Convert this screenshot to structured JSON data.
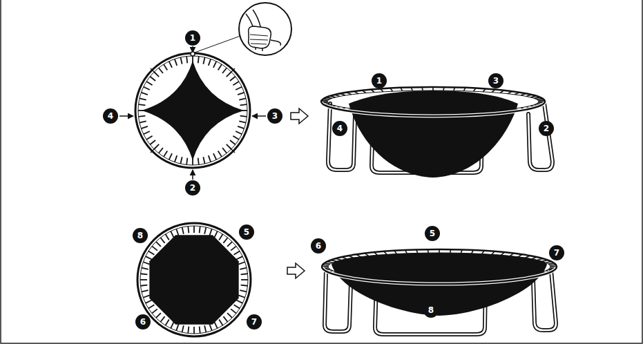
{
  "diagram": {
    "labels": [
      "1",
      "4",
      "3",
      "2",
      "1",
      "3",
      "4",
      "2",
      "8",
      "5",
      "6",
      "7",
      "6",
      "5",
      "7",
      "8"
    ]
  }
}
